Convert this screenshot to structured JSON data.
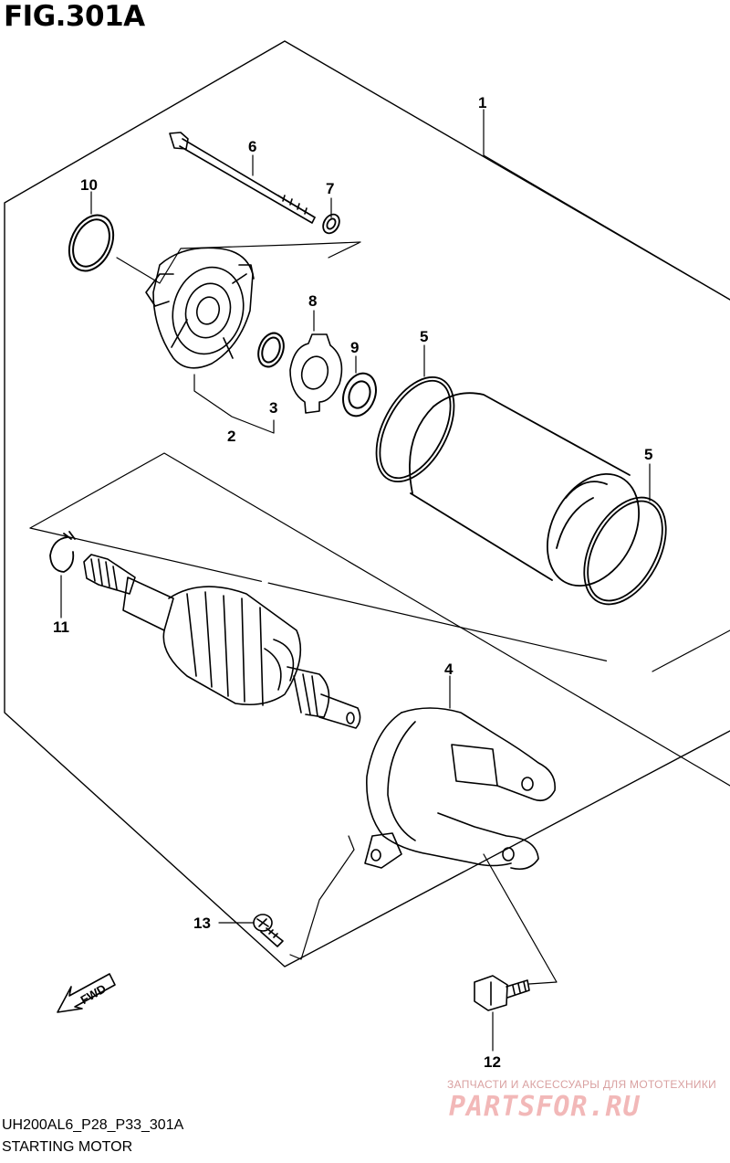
{
  "figure": {
    "title": "FIG.301A",
    "code": "UH200AL6_P28_P33_301A",
    "name": "STARTING MOTOR"
  },
  "callouts": [
    "1",
    "2",
    "3",
    "4",
    "5",
    "5",
    "6",
    "7",
    "8",
    "9",
    "10",
    "11",
    "12",
    "13"
  ],
  "fwd_label": "FWD",
  "watermark": {
    "text": "ЗАПЧАСТИ И АКСЕССУАРЫ ДЛЯ МОТОТЕХНИКИ",
    "logo": "PARTSFOR.RU"
  },
  "colors": {
    "ink": "#000000",
    "watermark": "#f2b8b8"
  }
}
